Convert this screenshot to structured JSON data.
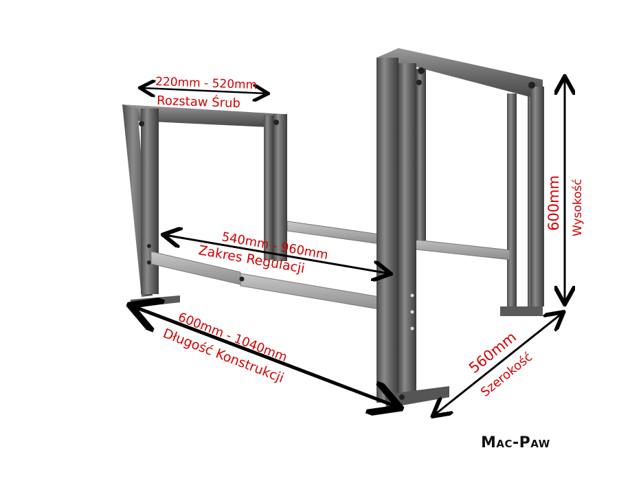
{
  "image": {
    "subject": "steel-frame-stand",
    "background_color": "#ffffff",
    "steel_color": "#6b6b6b",
    "steel_highlight": "#a9a9a9",
    "steel_shadow": "#3a3a3a",
    "annotation_color": "#d40000",
    "arrow_color": "#000000"
  },
  "annotations": {
    "bolt_spacing": {
      "value": "220mm - 520mm",
      "label": "Rozstaw Śrub"
    },
    "adjustment_range": {
      "value": "540mm - 960mm",
      "label": "Zakres Regulacji"
    },
    "length": {
      "value": "600mm - 1040mm",
      "label": "Długość Konstrukcji"
    },
    "width": {
      "value": "560mm",
      "label": "Szerokość"
    },
    "height": {
      "value": "600mm",
      "label": "Wysokość"
    }
  },
  "brand": {
    "logo_text": "Mac-Paw"
  }
}
